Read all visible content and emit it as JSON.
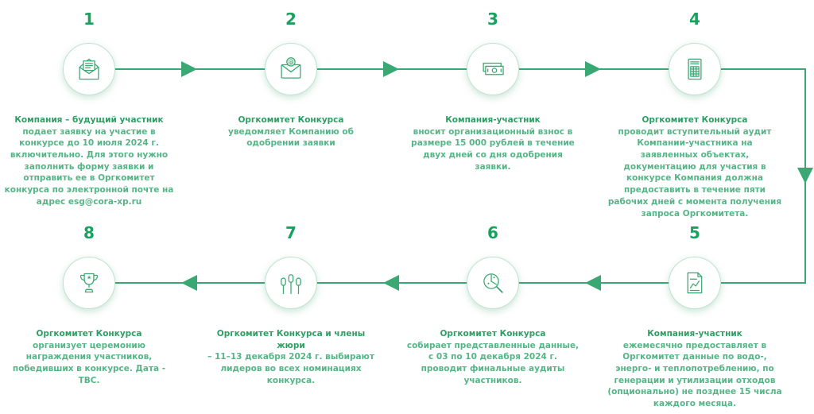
{
  "palette": {
    "accent": "#3aa873",
    "title_color": "#2f9e63",
    "body_color": "#55b587",
    "number_color": "#18a25f",
    "circle_border": "#bfe3cf"
  },
  "steps": [
    {
      "number": "1",
      "icon": "open-envelope-letter-icon",
      "title": "Компания – будущий участник",
      "body": "подает заявку на участие в конкурсе до 10 июля 2024 г. включительно. Для этого нужно заполнить форму заявки и отправить ее в Оргкомитет конкурса по электронной почте на адрес esg@cora-xp.ru"
    },
    {
      "number": "2",
      "icon": "envelope-at-icon",
      "title": "Оргкомитет Конкурса",
      "body": "уведомляет Компанию об одобрении заявки"
    },
    {
      "number": "3",
      "icon": "banknotes-icon",
      "title": "Компания-участник",
      "body": "вносит организационный взнос в размере 15 000 рублей в течение двух дней со дня одобрения заявки."
    },
    {
      "number": "4",
      "icon": "audit-table-icon",
      "title": "Оргкомитет Конкурса",
      "body": "проводит вступительный аудит Компании-участника на заявленных объектах, документацию для участия в конкурсе Компания должна предоставить в течение пяти рабочих дней с момента получения запроса Оргкомитета."
    },
    {
      "number": "5",
      "icon": "report-chart-icon",
      "title": "Компания-участник",
      "body": "ежемесячно предоставляет в Оргкомитет данные по водо-, энерго- и теплопотреблению, по генерации и утилизации отходов (опционально) не позднее 15 числа каждого месяца."
    },
    {
      "number": "6",
      "icon": "magnifier-analytics-icon",
      "title": "Оргкомитет Конкурса",
      "body": "собирает представленные данные, с 03 по 10 декабря 2024 г. проводит финальные аудиты участников."
    },
    {
      "number": "7",
      "icon": "raised-hands-icon",
      "title": "Оргкомитет Конкурса и члены жюри",
      "body": "– 11–13 декабря 2024 г. выбирают лидеров во всех номинациях конкурса."
    },
    {
      "number": "8",
      "icon": "trophy-icon",
      "title": "Оргкомитет Конкурса",
      "body": "организует церемонию награждения участников, победивших в конкурсе. Дата - TBC."
    }
  ]
}
